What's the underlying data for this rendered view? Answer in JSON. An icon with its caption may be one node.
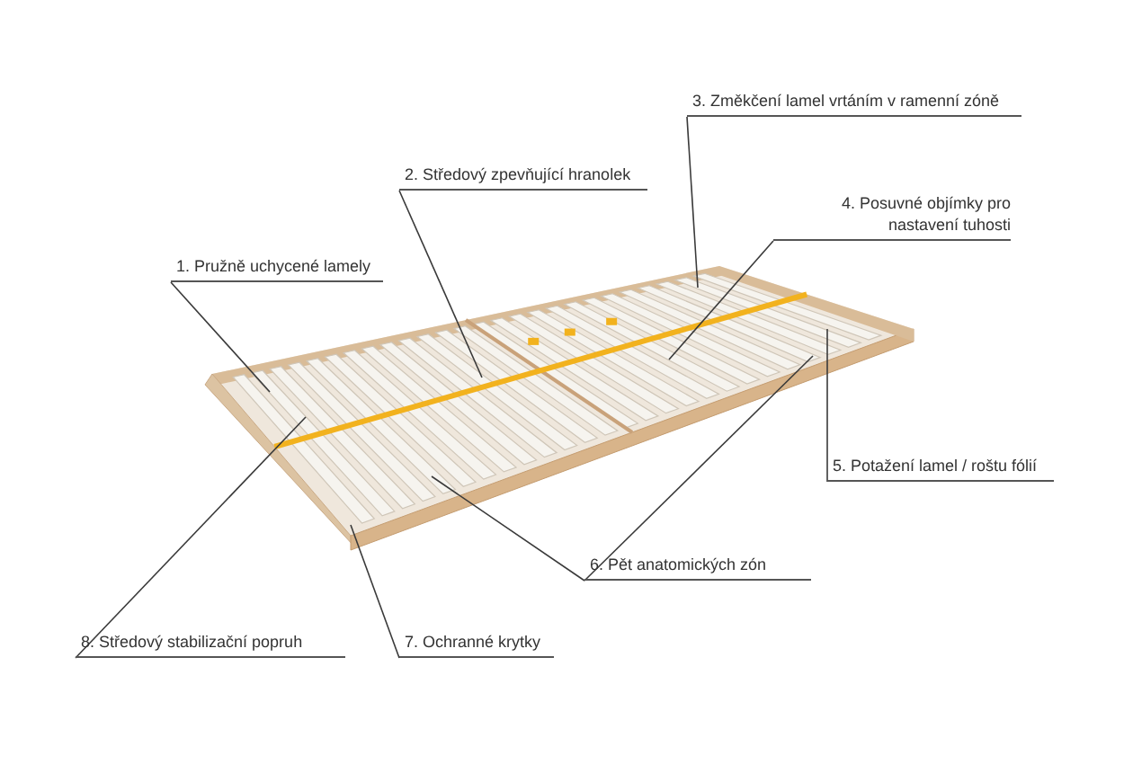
{
  "diagram": {
    "nodes": [
      {
        "text": [
          "1. Pružně uchycené lamely"
        ]
      },
      {
        "text": [
          "2. Středový zpevňující hranolek"
        ]
      },
      {
        "text": [
          "3. Změkčení lamel vrtáním v ramenní zóně"
        ]
      },
      {
        "text": [
          "4. Posuvné objímky pro nastavení tuhosti"
        ]
      },
      {
        "text": [
          "5. Potažení lamel / roštu fólií"
        ]
      },
      {
        "text": [
          "6. Pět anatomických zón"
        ]
      },
      {
        "text": [
          "7. Ochranné krytky"
        ]
      },
      {
        "text": [
          "8. Středový stabilizační  popruh"
        ]
      }
    ],
    "edges": [
      {
        "from": 0,
        "to": null,
        "arrow": "none"
      },
      {
        "from": 1,
        "to": null,
        "arrow": "none"
      },
      {
        "from": 2,
        "to": null,
        "arrow": "none"
      },
      {
        "from": 3,
        "to": null,
        "arrow": "none"
      },
      {
        "from": 4,
        "to": null,
        "arrow": "none"
      },
      {
        "from": 5,
        "to": null,
        "arrow": "none"
      },
      {
        "from": 5,
        "to": null,
        "arrow": "none"
      },
      {
        "from": 6,
        "to": null,
        "arrow": "none"
      },
      {
        "from": 7,
        "to": null,
        "arrow": "none"
      }
    ]
  }
}
